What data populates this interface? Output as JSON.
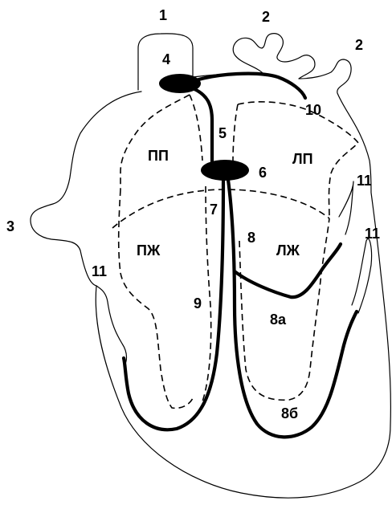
{
  "labels": {
    "l1": "1",
    "l2a": "2",
    "l2b": "2",
    "l3": "3",
    "l4": "4",
    "l5": "5",
    "l6": "6",
    "l7": "7",
    "l8": "8",
    "l8a": "8а",
    "l8b": "8б",
    "l9": "9",
    "l10": "10",
    "l11_left": "11",
    "l11_right_top": "11",
    "l11_right_bottom": "11",
    "pp": "ПП",
    "lp": "ЛП",
    "pzh": "ПЖ",
    "lzh": "ЛЖ"
  },
  "colors": {
    "ink": "#000000",
    "background": "#ffffff"
  }
}
